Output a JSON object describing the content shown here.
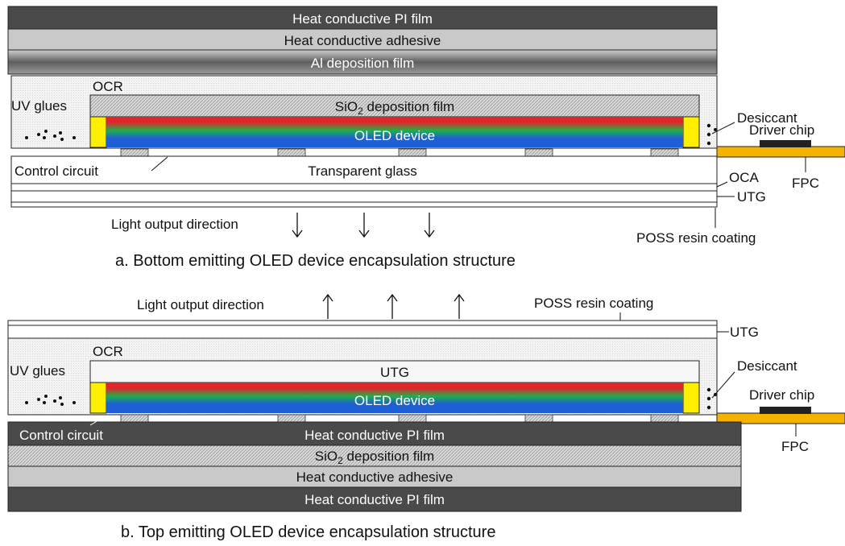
{
  "colors": {
    "pi_film": "#4a4a4a",
    "adhesive": "#c9c9c9",
    "al_film": "#7a7a7a",
    "sio2_hatch": "#b8b8b8",
    "glue_yellow": "#ffee00",
    "fpc_orange": "#f5b300",
    "driver_chip": "#222222",
    "oled_red": "#e0262a",
    "oled_green": "#1fb04a",
    "oled_blue": "#1e5fd6"
  },
  "diagram_a": {
    "pi_film": "Heat conductive PI film",
    "adhesive": "Heat conductive adhesive",
    "al_film": "Al deposition film",
    "ocr": "OCR",
    "sio2_main": "SiO",
    "sio2_sub": "2",
    "sio2_rest": " deposition film",
    "uv_glues": "UV glues",
    "oled_device": "OLED device",
    "desiccant": "Desiccant",
    "driver_chip": "Driver chip",
    "control_circuit": "Control circuit",
    "transparent_glass": "Transparent glass",
    "oca": "OCA",
    "fpc": "FPC",
    "utg": "UTG",
    "light_output": "Light output direction",
    "poss": "POSS resin coating",
    "caption": "a. Bottom emitting OLED device encapsulation structure"
  },
  "diagram_b": {
    "light_output": "Light output direction",
    "poss": "POSS resin coating",
    "utg_top": "UTG",
    "ocr": "OCR",
    "uv_glues": "UV glues",
    "utg_inner": "UTG",
    "desiccant": "Desiccant",
    "oled_device": "OLED device",
    "driver_chip": "Driver chip",
    "control_circuit": "Control circuit",
    "pi_film_1": "Heat conductive PI film",
    "fpc": "FPC",
    "sio2_main": "SiO",
    "sio2_sub": "2",
    "sio2_rest": " deposition film",
    "adhesive": "Heat conductive adhesive",
    "pi_film_2": "Heat conductive PI film",
    "caption": "b. Top emitting OLED device encapsulation structure"
  }
}
